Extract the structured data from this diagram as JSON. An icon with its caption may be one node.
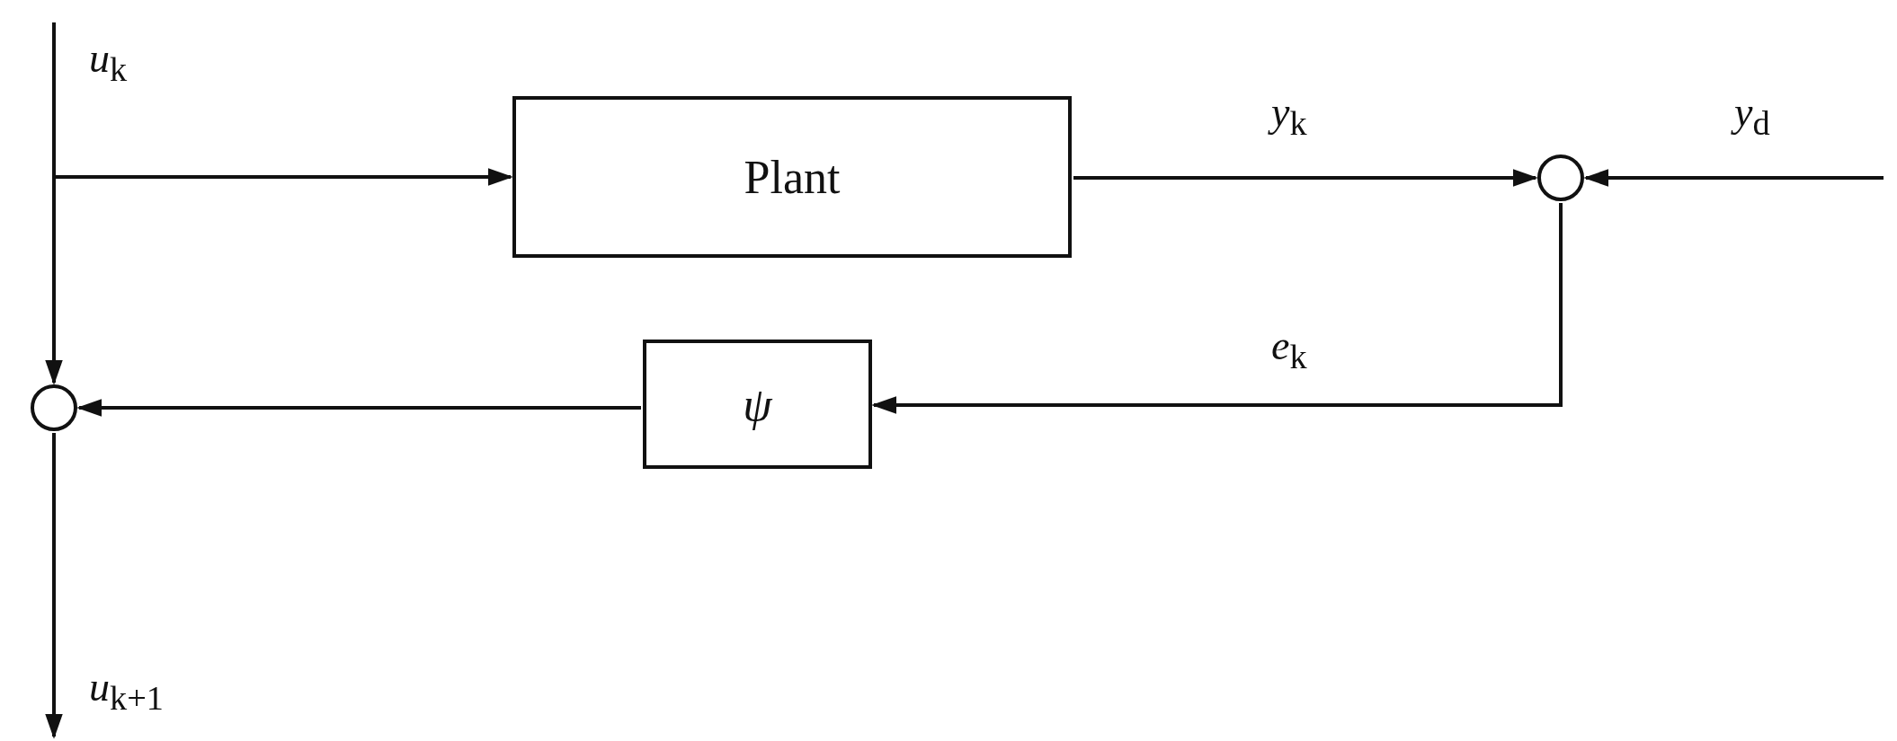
{
  "diagram": {
    "nodes": [
      {
        "text": [
          "Plant"
        ]
      },
      {
        "text": [],
        "shape": "circle"
      },
      {
        "text": [
          "*ψ*"
        ]
      },
      {
        "text": [],
        "shape": "circle"
      }
    ],
    "edges": [
      {
        "from": null,
        "to": 0,
        "arrow": "to",
        "label": "*u*$_{k}$"
      },
      {
        "from": null,
        "to": 3,
        "arrow": "to"
      },
      {
        "from": 0,
        "to": 1,
        "arrow": "to",
        "label": "*y*$_{k}$"
      },
      {
        "from": null,
        "to": 1,
        "arrow": "to",
        "label": "*y*$_{d}$"
      },
      {
        "from": 1,
        "to": 2,
        "arrow": "to",
        "label": "*e*$_{k}$"
      },
      {
        "from": 2,
        "to": 3,
        "arrow": "to"
      },
      {
        "from": 3,
        "to": null,
        "arrow": "to",
        "label": "*u*$_{k+1}$"
      }
    ]
  }
}
